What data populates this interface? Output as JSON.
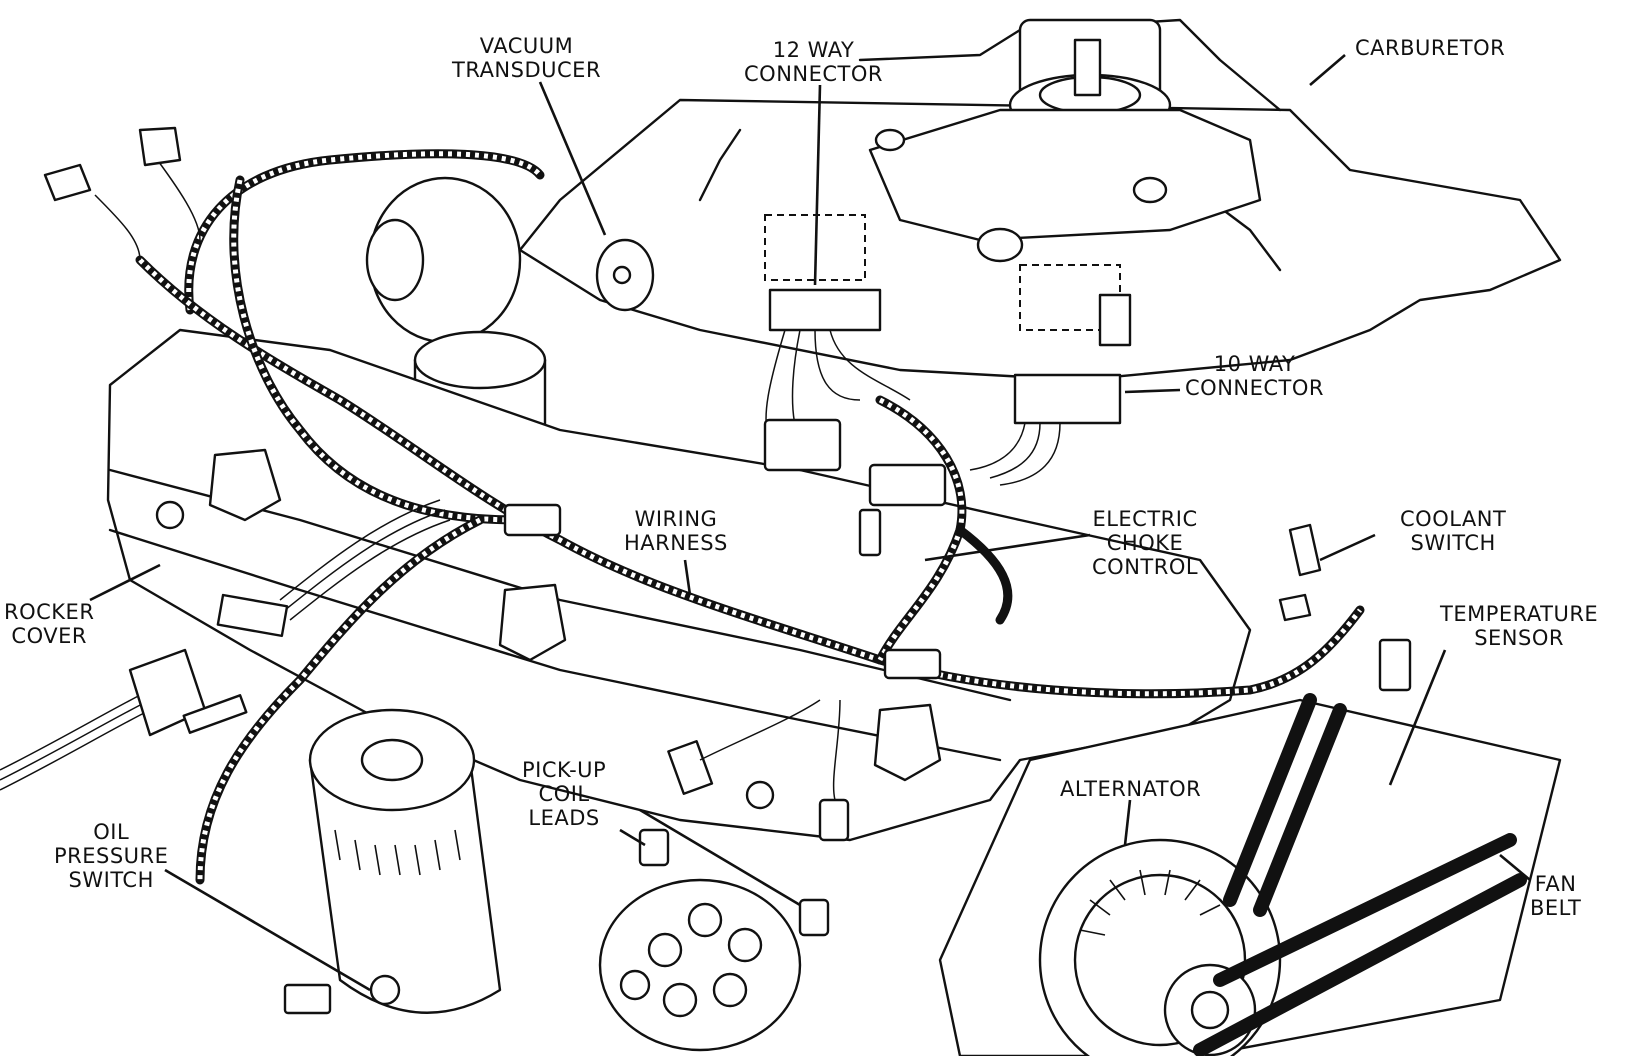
{
  "labels": {
    "vacuum_transducer": [
      "VACUUM",
      "TRANSDUCER"
    ],
    "connector_12": [
      "12 WAY",
      "CONNECTOR"
    ],
    "carburetor": [
      "CARBURETOR"
    ],
    "connector_10": [
      "10 WAY",
      "CONNECTOR"
    ],
    "electric_choke": [
      "ELECTRIC",
      "CHOKE",
      "CONTROL"
    ],
    "coolant_switch": [
      "COOLANT",
      "SWITCH"
    ],
    "wiring_harness": [
      "WIRING",
      "HARNESS"
    ],
    "rocker_cover": [
      "ROCKER",
      "COVER"
    ],
    "temperature_sensor": [
      "TEMPERATURE",
      "SENSOR"
    ],
    "pickup_coil": [
      "PICK-UP",
      "COIL",
      "LEADS"
    ],
    "alternator": [
      "ALTERNATOR"
    ],
    "oil_pressure": [
      "OIL",
      "PRESSURE",
      "SWITCH"
    ],
    "fan_belt": [
      "FAN",
      "BELT"
    ]
  }
}
